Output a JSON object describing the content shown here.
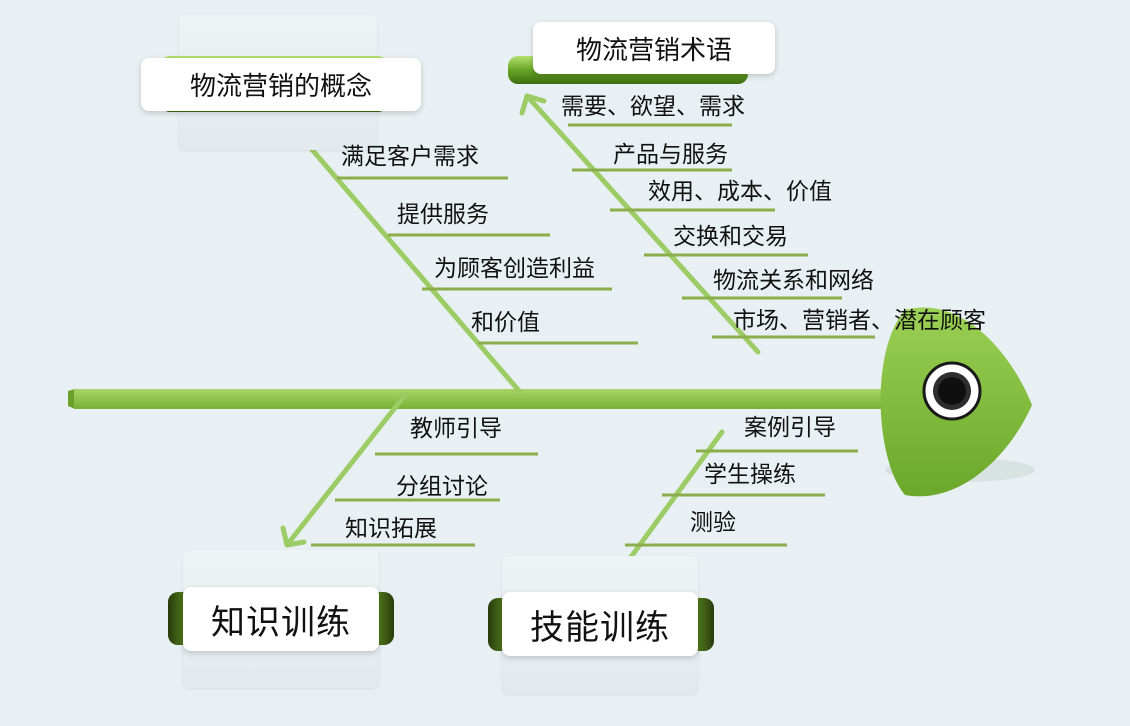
{
  "titles": {
    "concept": "物流营销的概念",
    "terms": "物流营销术语",
    "knowledge": "知识训练",
    "skills": "技能训练"
  },
  "concept_items": [
    "满足客户需求",
    "提供服务",
    "为顾客创造利益",
    "和价值"
  ],
  "term_items": [
    "需要、欲望、需求",
    "产品与服务",
    "效用、成本、价值",
    "交换和交易",
    "物流关系和网络",
    "市场、营销者、潜在顾客"
  ],
  "knowledge_items": [
    "教师引导",
    "分组讨论",
    "知识拓展"
  ],
  "skill_items": [
    "案例引导",
    "学生操练",
    "测验"
  ],
  "colors": {
    "background": "#e8f0f3",
    "spine": "#8bc34a",
    "bone": "#9ccc65",
    "underline": "#8aae4a",
    "fish_head": "#8bc34a"
  }
}
